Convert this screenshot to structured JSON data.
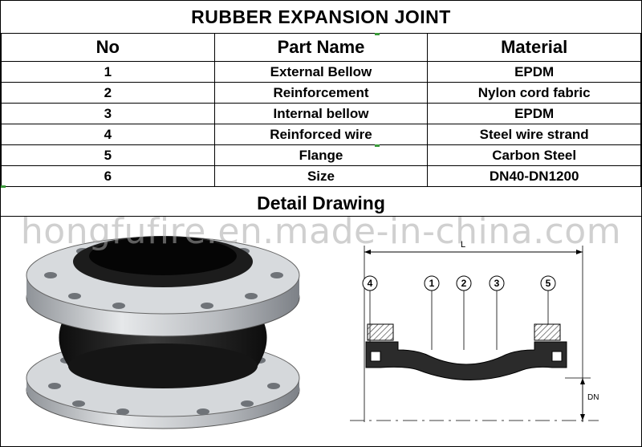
{
  "title": "RUBBER EXPANSION JOINT",
  "headers": {
    "no": "No",
    "part": "Part Name",
    "material": "Material"
  },
  "rows": [
    {
      "no": "1",
      "part": "External Bellow",
      "material": "EPDM"
    },
    {
      "no": "2",
      "part": "Reinforcement",
      "material": "Nylon cord fabric"
    },
    {
      "no": "3",
      "part": "Internal bellow",
      "material": "EPDM"
    },
    {
      "no": "4",
      "part": "Reinforced wire",
      "material": "Steel wire strand"
    },
    {
      "no": "5",
      "part": "Flange",
      "material": "Carbon Steel"
    },
    {
      "no": "6",
      "part": "Size",
      "material": "DN40-DN1200"
    }
  ],
  "detail_title": "Detail Drawing",
  "watermark": "hongfufire.en.made-in-china.com",
  "drawing": {
    "length_label": "L",
    "dn_label": "DN",
    "callouts": [
      "4",
      "1",
      "2",
      "3",
      "5"
    ]
  },
  "colors": {
    "flange": "#c9ccd0",
    "rubber": "#1b1b1b",
    "hatch": "#555555"
  }
}
